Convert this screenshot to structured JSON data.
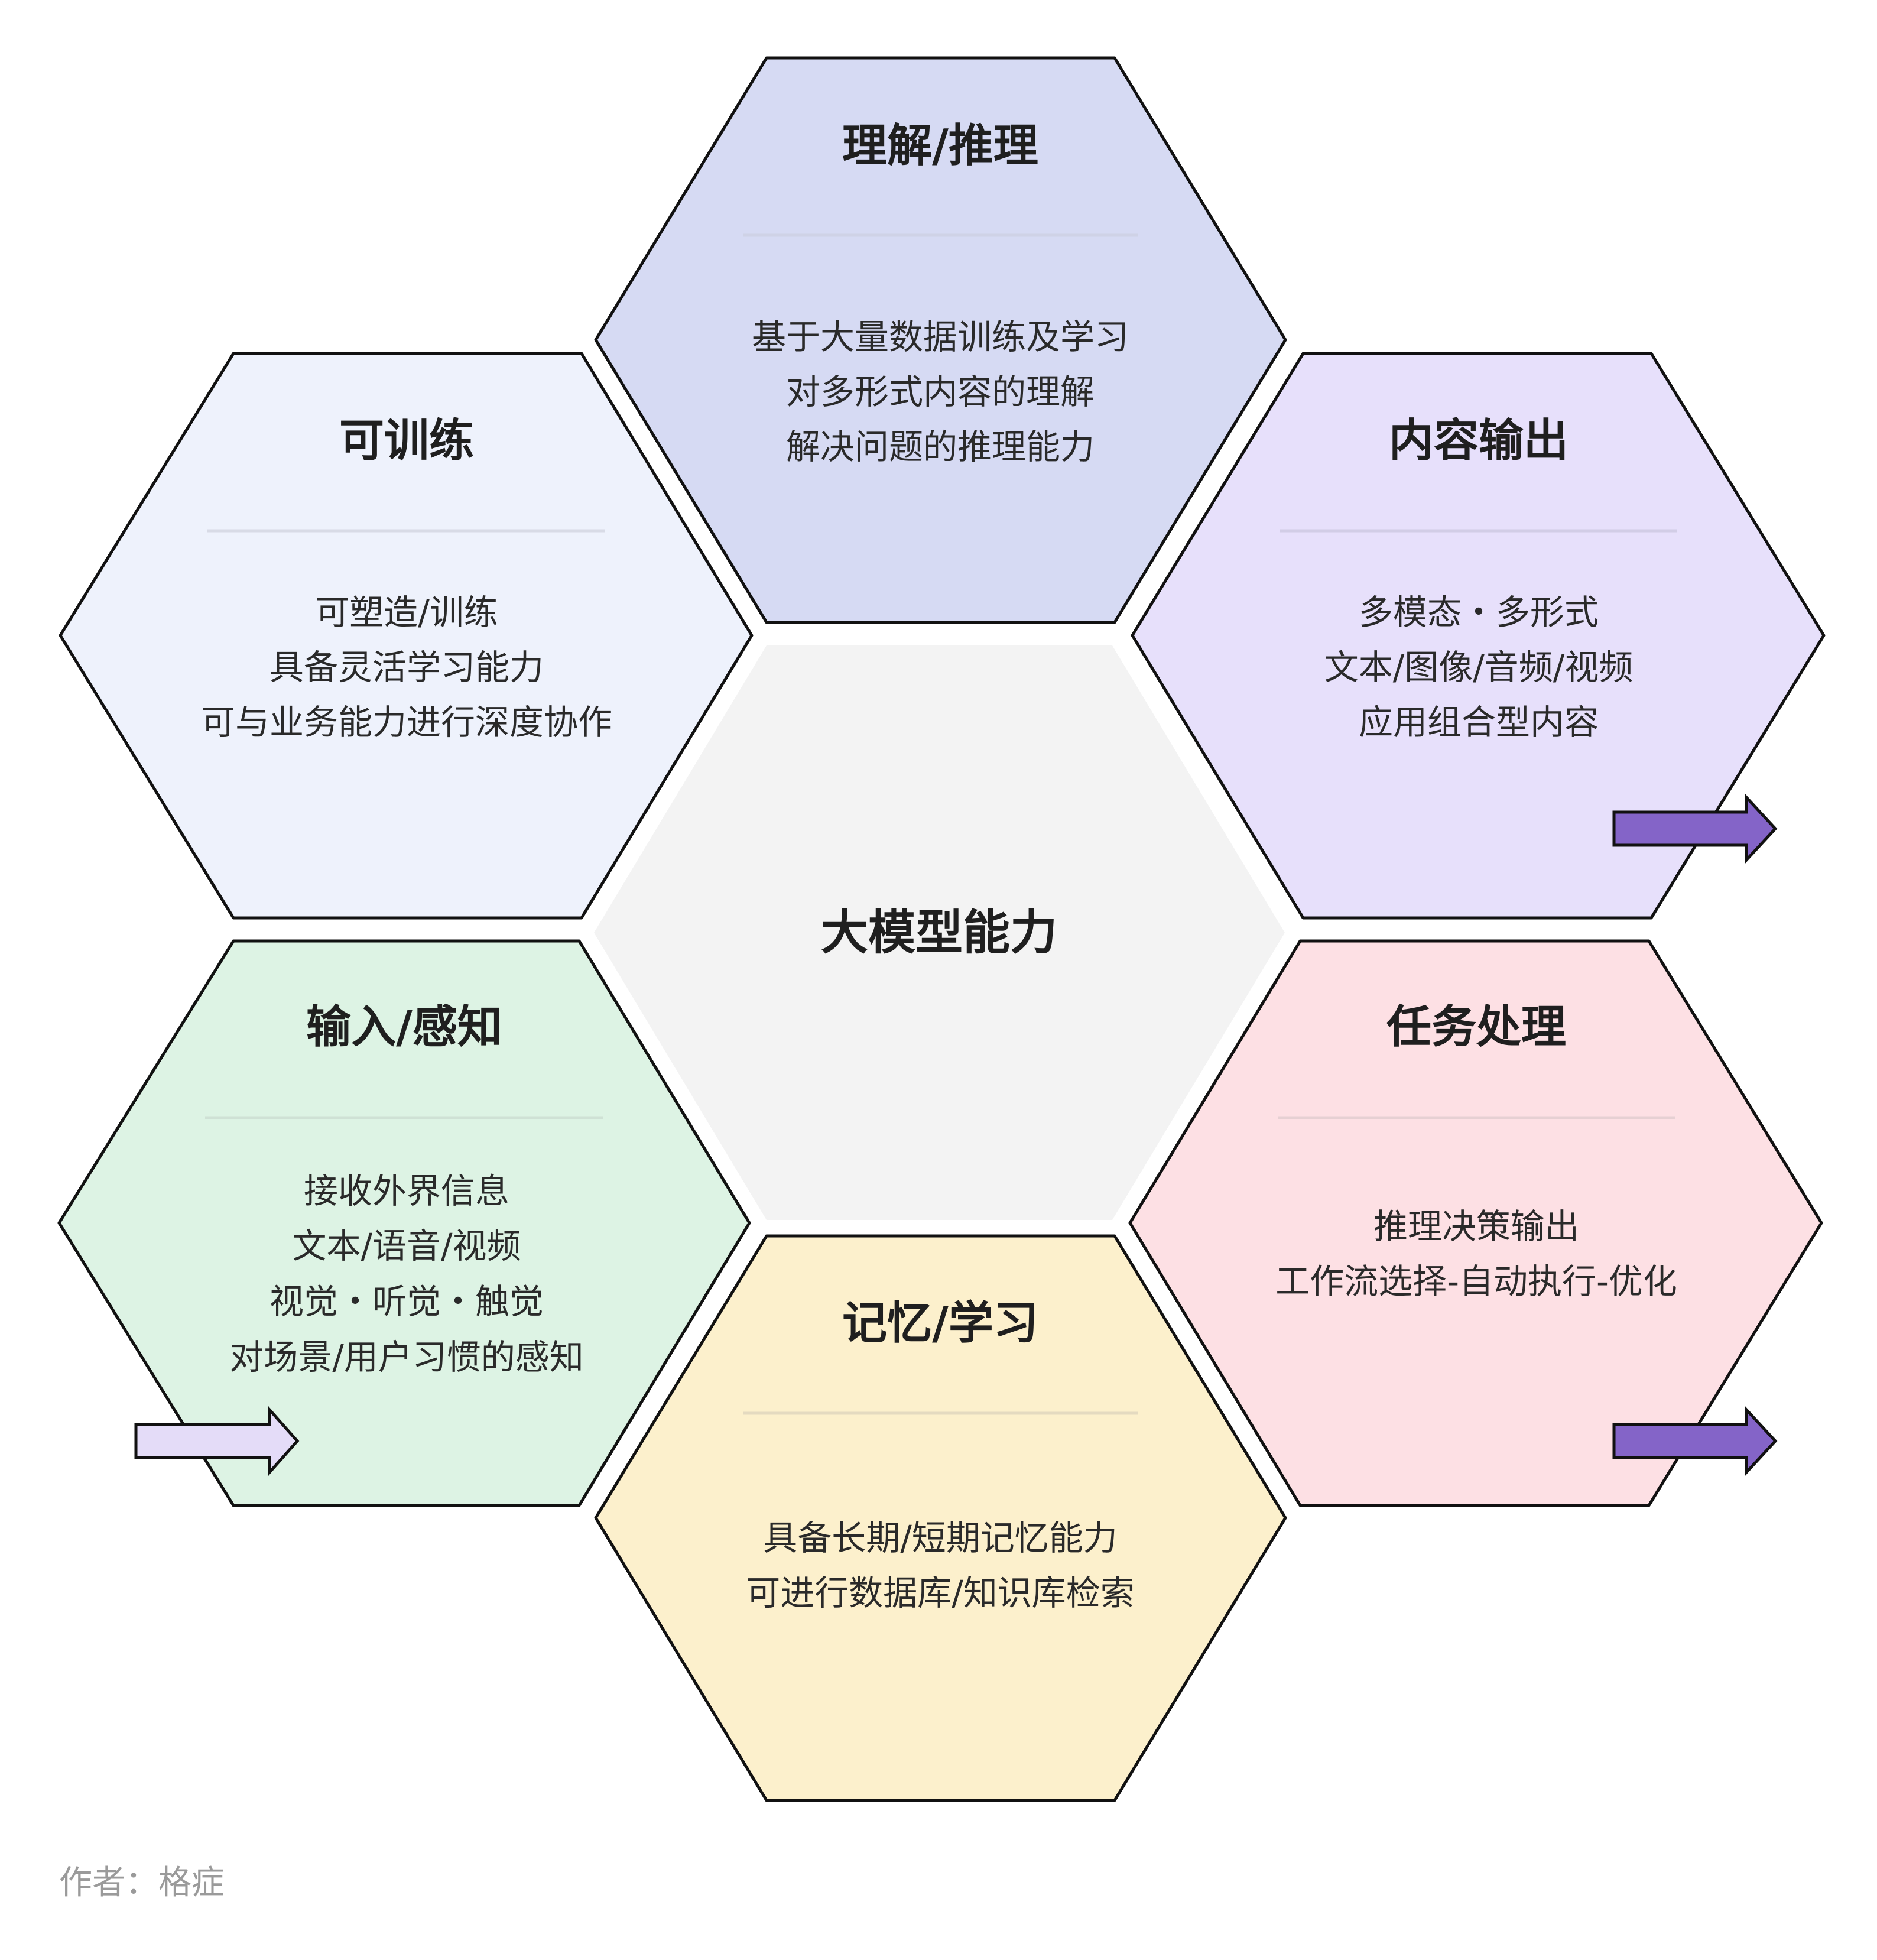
{
  "center": {
    "title": "大模型能力",
    "fill": "#f3f3f3"
  },
  "hexagons": [
    {
      "key": "reasoning",
      "title": "理解/推理",
      "lines": [
        "基于大量数据训练及学习",
        "对多形式内容的理解",
        "解决问题的推理能力"
      ],
      "fill": "#d6daf3"
    },
    {
      "key": "trainable",
      "title": "可训练",
      "lines": [
        "可塑造/训练",
        "具备灵活学习能力",
        "可与业务能力进行深度协作"
      ],
      "fill": "#eef2fc"
    },
    {
      "key": "output",
      "title": "内容输出",
      "lines": [
        "多模态・多形式",
        "文本/图像/音频/视频",
        "应用组合型内容"
      ],
      "fill": "#e7e0fb"
    },
    {
      "key": "input",
      "title": "输入/感知",
      "lines": [
        "接收外界信息",
        "文本/语音/视频",
        "视觉・听觉・触觉",
        "对场景/用户习惯的感知"
      ],
      "fill": "#ddf3e4"
    },
    {
      "key": "task",
      "title": "任务处理",
      "lines": [
        "推理决策输出",
        "工作流选择-自动执行-优化"
      ],
      "fill": "#fde0e4"
    },
    {
      "key": "memory",
      "title": "记忆/学习",
      "lines": [
        "具备长期/短期记忆能力",
        "可进行数据库/知识库检索"
      ],
      "fill": "#fcf0cc"
    }
  ],
  "arrows": [
    {
      "key": "input",
      "color": "#e4dcf8"
    },
    {
      "key": "output",
      "color": "#8464c8"
    },
    {
      "key": "task",
      "color": "#8464c8"
    }
  ],
  "footer": {
    "author": "作者：格症"
  }
}
